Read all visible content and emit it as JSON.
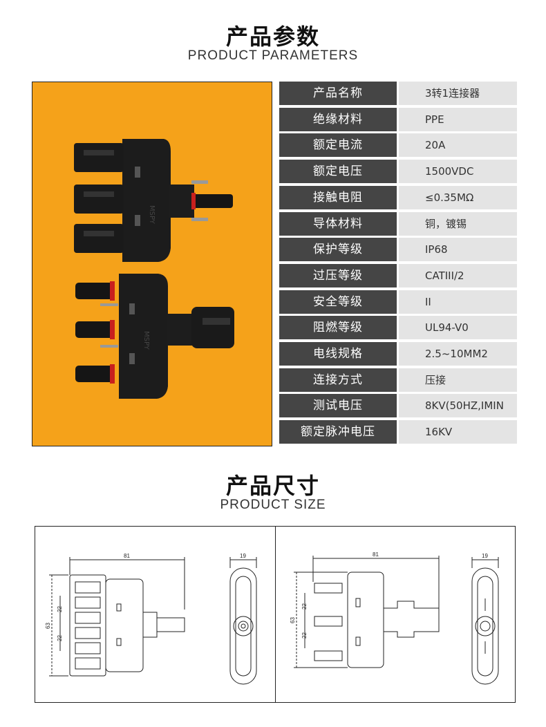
{
  "section1": {
    "title_cn": "产品参数",
    "title_en": "PRODUCT PARAMETERS"
  },
  "product_photo": {
    "brand_mark": "MSPY",
    "background_color": "#f5a21a"
  },
  "parameters": [
    {
      "label": "产品名称",
      "value": "3转1连接器"
    },
    {
      "label": "绝缘材料",
      "value": "PPE"
    },
    {
      "label": "额定电流",
      "value": "20A"
    },
    {
      "label": "额定电压",
      "value": "1500VDC"
    },
    {
      "label": "接触电阻",
      "value": "≤0.35MΩ"
    },
    {
      "label": "导体材料",
      "value": "铜，镀锡"
    },
    {
      "label": "保护等级",
      "value": "IP68"
    },
    {
      "label": "过压等级",
      "value": "CATIII/2"
    },
    {
      "label": "安全等级",
      "value": "II"
    },
    {
      "label": "阻燃等级",
      "value": "UL94-V0"
    },
    {
      "label": "电线规格",
      "value": "2.5~10MM2"
    },
    {
      "label": "连接方式",
      "value": "压接"
    },
    {
      "label": "测试电压",
      "value": "8KV(50HZ,IMIN"
    },
    {
      "label": "额定脉冲电压",
      "value": "16KV"
    }
  ],
  "section2": {
    "title_cn": "产品尺寸",
    "title_en": "PRODUCT SIZE"
  },
  "dimensions": {
    "length": "81",
    "side_width": "19",
    "height": "63",
    "pitch_top": "22",
    "pitch_bottom": "22"
  }
}
